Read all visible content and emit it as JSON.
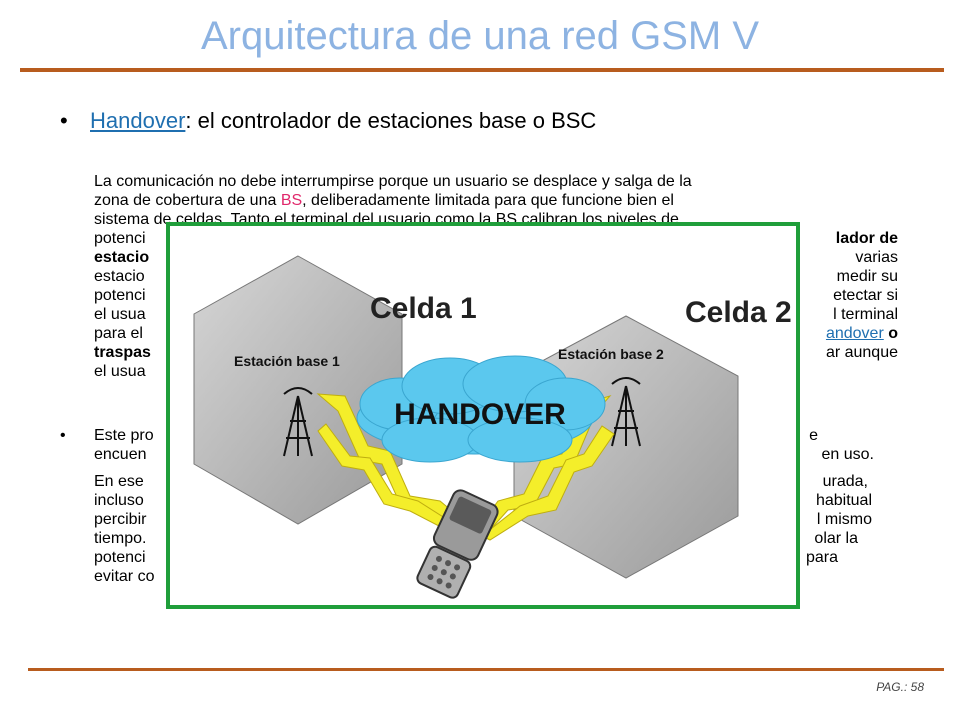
{
  "slide": {
    "title": "Arquitectura de una red GSM V",
    "page_label": "PAG.: 58"
  },
  "bullet1": {
    "link": "Handover",
    "rest": ": el controlador de estaciones base o BSC"
  },
  "para1": {
    "l1": "La comunicación no debe interrumpirse porque un usuario se desplace y salga de la",
    "l2a": "zona de cobertura de una ",
    "l2_bs": "BS",
    "l2b": ", deliberadamente limitada para que funcione bien el",
    "l3": "sistema de celdas. Tanto el terminal del usuario como la BS calibran los niveles de",
    "l4a": "potenci",
    "l4b": "lador de",
    "l5a": "estacio",
    "l5b": "varias",
    "l6a": "estacio",
    "l6b": "medir su",
    "l7a": "potenci",
    "l7b": "etectar si",
    "l8a": "el usua",
    "l8b": "l terminal",
    "l9a": "para el",
    "l9_link": "andover",
    "l9b": " o",
    "l10a": "traspas",
    "l10b": "ar aunque",
    "l11a": "el usua"
  },
  "bullet2": {
    "l1a": "Este pro",
    "l1b": "e",
    "l2a": "encuen",
    "l2b": "en uso."
  },
  "para3": {
    "l1a": "En ese",
    "l1b": "urada,",
    "l2a": "incluso",
    "l2b": "habitual",
    "l3a": "percibir",
    "l3b": "l mismo",
    "l4a": "tiempo.",
    "l4b": "olar la",
    "l5a": "potenci",
    "l5b": "para",
    "l6a": "evitar co"
  },
  "image": {
    "celda1": "Celda 1",
    "celda2": "Celda 2",
    "estacion1": "Estación base 1",
    "estacion2": "Estación base 2",
    "handover": "HANDOVER"
  }
}
